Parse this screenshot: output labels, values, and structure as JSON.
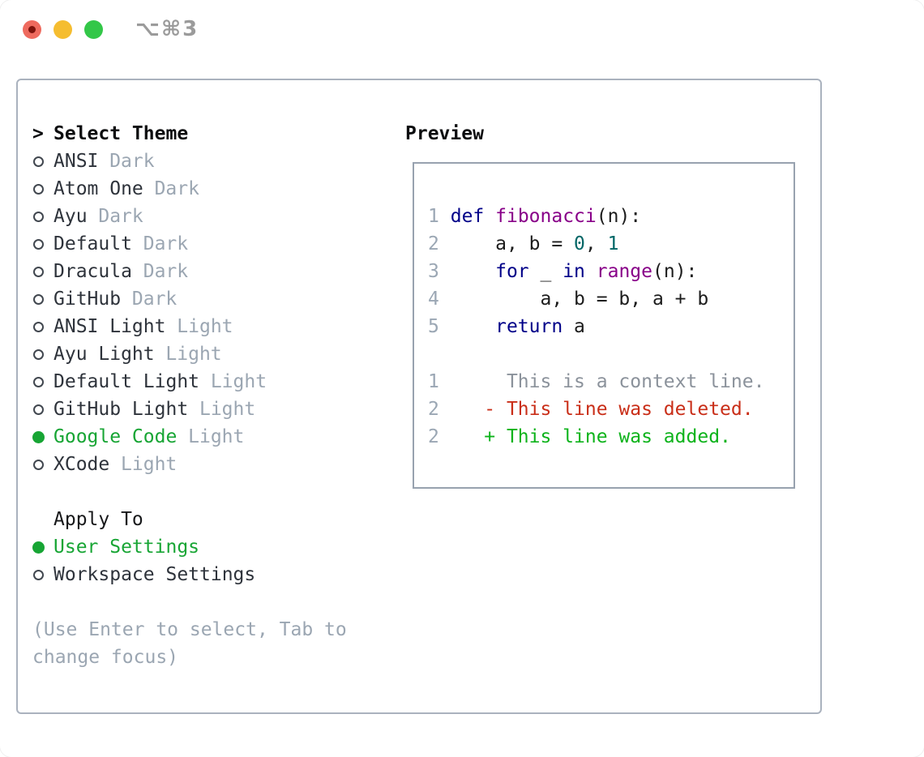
{
  "window": {
    "title": "⌥⌘3",
    "traffic_lights": [
      "close",
      "minimize",
      "zoom"
    ]
  },
  "colors": {
    "accent_green": "#17a534",
    "muted_gray": "#9ba6b2",
    "text_dark": "#2e333b",
    "box_border": "#aab2be",
    "preview_border": "#98a2af",
    "keyword_blue": "#000088",
    "function_purple": "#880088",
    "number_teal": "#006666",
    "diff_red": "#c92e18",
    "diff_green": "#0db31b",
    "light_red": "#ee6a5e",
    "light_yellow": "#f5bd30",
    "light_green": "#33c748"
  },
  "theme_picker": {
    "header": {
      "marker": ">",
      "label": "Select Theme"
    },
    "themes": [
      {
        "name": "ANSI",
        "variant": "Dark",
        "selected": false
      },
      {
        "name": "Atom One",
        "variant": "Dark",
        "selected": false
      },
      {
        "name": "Ayu",
        "variant": "Dark",
        "selected": false
      },
      {
        "name": "Default",
        "variant": "Dark",
        "selected": false
      },
      {
        "name": "Dracula",
        "variant": "Dark",
        "selected": false
      },
      {
        "name": "GitHub",
        "variant": "Dark",
        "selected": false
      },
      {
        "name": "ANSI Light",
        "variant": "Light",
        "selected": false
      },
      {
        "name": "Ayu Light",
        "variant": "Light",
        "selected": false
      },
      {
        "name": "Default Light",
        "variant": "Light",
        "selected": false
      },
      {
        "name": "GitHub Light",
        "variant": "Light",
        "selected": false
      },
      {
        "name": "Google Code",
        "variant": "Light",
        "selected": true
      },
      {
        "name": "XCode",
        "variant": "Light",
        "selected": false
      }
    ],
    "apply_to": {
      "label": "Apply To",
      "options": [
        {
          "name": "User Settings",
          "selected": true
        },
        {
          "name": "Workspace Settings",
          "selected": false
        }
      ]
    },
    "hint": "(Use Enter to select, Tab to change focus)"
  },
  "preview": {
    "title": "Preview",
    "lines": [
      [
        {
          "c": "n",
          "t": "1"
        },
        {
          "c": "p",
          "t": " "
        },
        {
          "c": "k",
          "t": "def"
        },
        {
          "c": "p",
          "t": " "
        },
        {
          "c": "f",
          "t": "fibonacci"
        },
        {
          "c": "p",
          "t": "(n):"
        }
      ],
      [
        {
          "c": "n",
          "t": "2"
        },
        {
          "c": "p",
          "t": "     a, b = "
        },
        {
          "c": "d",
          "t": "0"
        },
        {
          "c": "p",
          "t": ", "
        },
        {
          "c": "d",
          "t": "1"
        }
      ],
      [
        {
          "c": "n",
          "t": "3"
        },
        {
          "c": "p",
          "t": "     "
        },
        {
          "c": "k",
          "t": "for"
        },
        {
          "c": "p",
          "t": " _ "
        },
        {
          "c": "k",
          "t": "in"
        },
        {
          "c": "p",
          "t": " "
        },
        {
          "c": "f",
          "t": "range"
        },
        {
          "c": "p",
          "t": "(n):"
        }
      ],
      [
        {
          "c": "n",
          "t": "4"
        },
        {
          "c": "p",
          "t": "         a, b = b, a + b"
        }
      ],
      [
        {
          "c": "n",
          "t": "5"
        },
        {
          "c": "p",
          "t": "     "
        },
        {
          "c": "k",
          "t": "return"
        },
        {
          "c": "p",
          "t": " a"
        }
      ],
      [],
      [
        {
          "c": "n",
          "t": "1"
        },
        {
          "c": "c",
          "t": "      This is a context line."
        }
      ],
      [
        {
          "c": "n",
          "t": "2"
        },
        {
          "c": "p",
          "t": "    "
        },
        {
          "c": "del",
          "t": "- This line was deleted."
        }
      ],
      [
        {
          "c": "n",
          "t": "2"
        },
        {
          "c": "p",
          "t": "    "
        },
        {
          "c": "add",
          "t": "+ This line was added."
        }
      ]
    ]
  }
}
